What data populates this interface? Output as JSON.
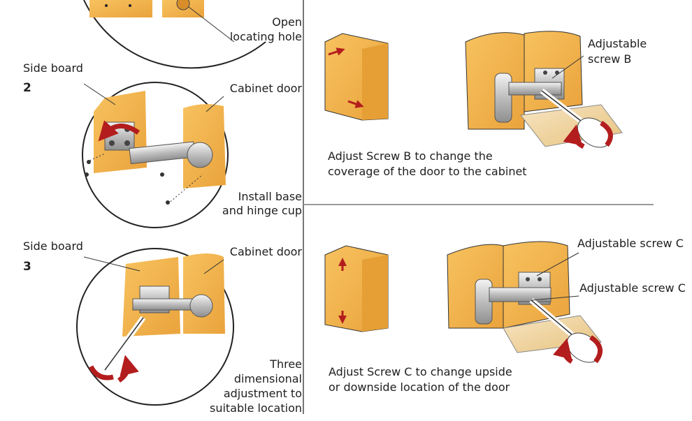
{
  "steps": [
    {
      "labels": [
        "Open",
        "locating hole"
      ]
    },
    {
      "number": "2",
      "side_board": "Side board",
      "cabinet_door": "Cabinet door",
      "note": [
        "Install base",
        "and hinge cup"
      ]
    },
    {
      "number": "3",
      "side_board": "Side board",
      "cabinet_door": "Cabinet door",
      "note": [
        "Three",
        "dimensional",
        "adjustment to",
        "suitable location"
      ]
    }
  ],
  "panel_b": {
    "screw_label": [
      "Adjustable",
      "screw B"
    ],
    "caption": [
      "Adjust Screw B to change the",
      "coverage of the door to the cabinet"
    ]
  },
  "panel_c": {
    "screw_labels": [
      "Adjustable screw C",
      "Adjustable screw C"
    ],
    "caption": [
      "Adjust Screw C to change upside",
      "or downside location of the door"
    ]
  },
  "colors": {
    "wood": "#f2b24b",
    "arrow": "#b31d1d",
    "metal": "#bdbdbd"
  }
}
